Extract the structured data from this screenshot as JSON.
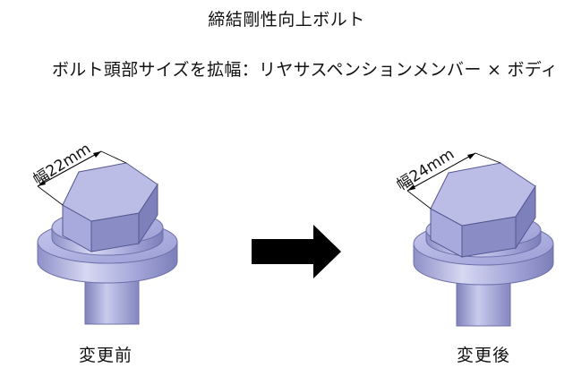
{
  "title": "締結剛性向上ボルト",
  "subtitle": "ボルト頭部サイズを拡幅：リヤサスペンションメンバー × ボディ",
  "before": {
    "caption": "変更前",
    "dimension_label": "幅22mm"
  },
  "after": {
    "caption": "変更後",
    "dimension_label": "幅24mm"
  },
  "colors": {
    "hex_top": "#bcbde6",
    "hex_side_dark": "#8a8cc6",
    "hex_side_light": "#a8aade",
    "washer": "#a9abdc",
    "washer_dark": "#7b7db8",
    "arrow": "#000000"
  }
}
